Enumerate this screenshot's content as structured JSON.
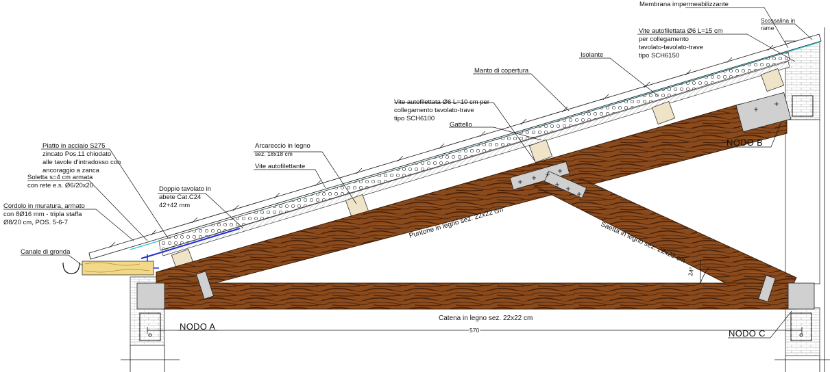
{
  "labels": {
    "membrana": "Membrana impermeabilizzante",
    "scossalina": [
      "Scossalina in",
      "rame"
    ],
    "vite15": [
      "Vite autofilettata Ø6 L=15 cm",
      "per collegamento",
      "tavolato-tavolato-trave",
      "tipo SCH6150"
    ],
    "isolante": "Isolante",
    "manto": "Manto di copertura",
    "vite10": [
      "Vite autofilettata Ø6 L=10 cm per",
      "collegamento tavolato-trave",
      "tipo SCH6100"
    ],
    "gattello": "Gattello",
    "arcareccio": [
      "Arcareccio in legno",
      "sez. 18x18 cm"
    ],
    "vite_auto": "Vite autofilettante",
    "piatto": [
      "Piatto in acciaio S275",
      "zincato Pos.11 chiodato",
      "alle tavole d'intradosso con",
      "ancoraggio a zanca"
    ],
    "soletta": [
      "Soletta s=4 cm armata",
      "con rete e.s. Ø6/20x20"
    ],
    "cordolo": [
      "Cordolo in muratura, armato",
      "con 8Ø16 mm - tripla staffa",
      "Ø8/20 cm, POS. 5-6-7"
    ],
    "doppio": [
      "Doppio tavolato in",
      "abete      Cat.C24",
      "42+42 mm"
    ],
    "canale": "Canale di gronda",
    "puntone": "Puntone in legno sez. 22x22 cm",
    "saetta": "Saetta in legno sez. 22x22 cm",
    "catena": "Catena in legno sez. 22x22 cm",
    "angle": "24°",
    "dimension": "570",
    "nodo_a": "NODO A",
    "nodo_b": "NODO B",
    "nodo_c": "NODO C"
  },
  "colors": {
    "wood_dark": "#5a2c0e",
    "wood_mid": "#8a4a1c",
    "plate_grey": "#d0d0d0",
    "membrane_cyan": "#29c4d8",
    "rebar_blue": "#1f2fd6",
    "timber_light": "#f2d98a"
  }
}
